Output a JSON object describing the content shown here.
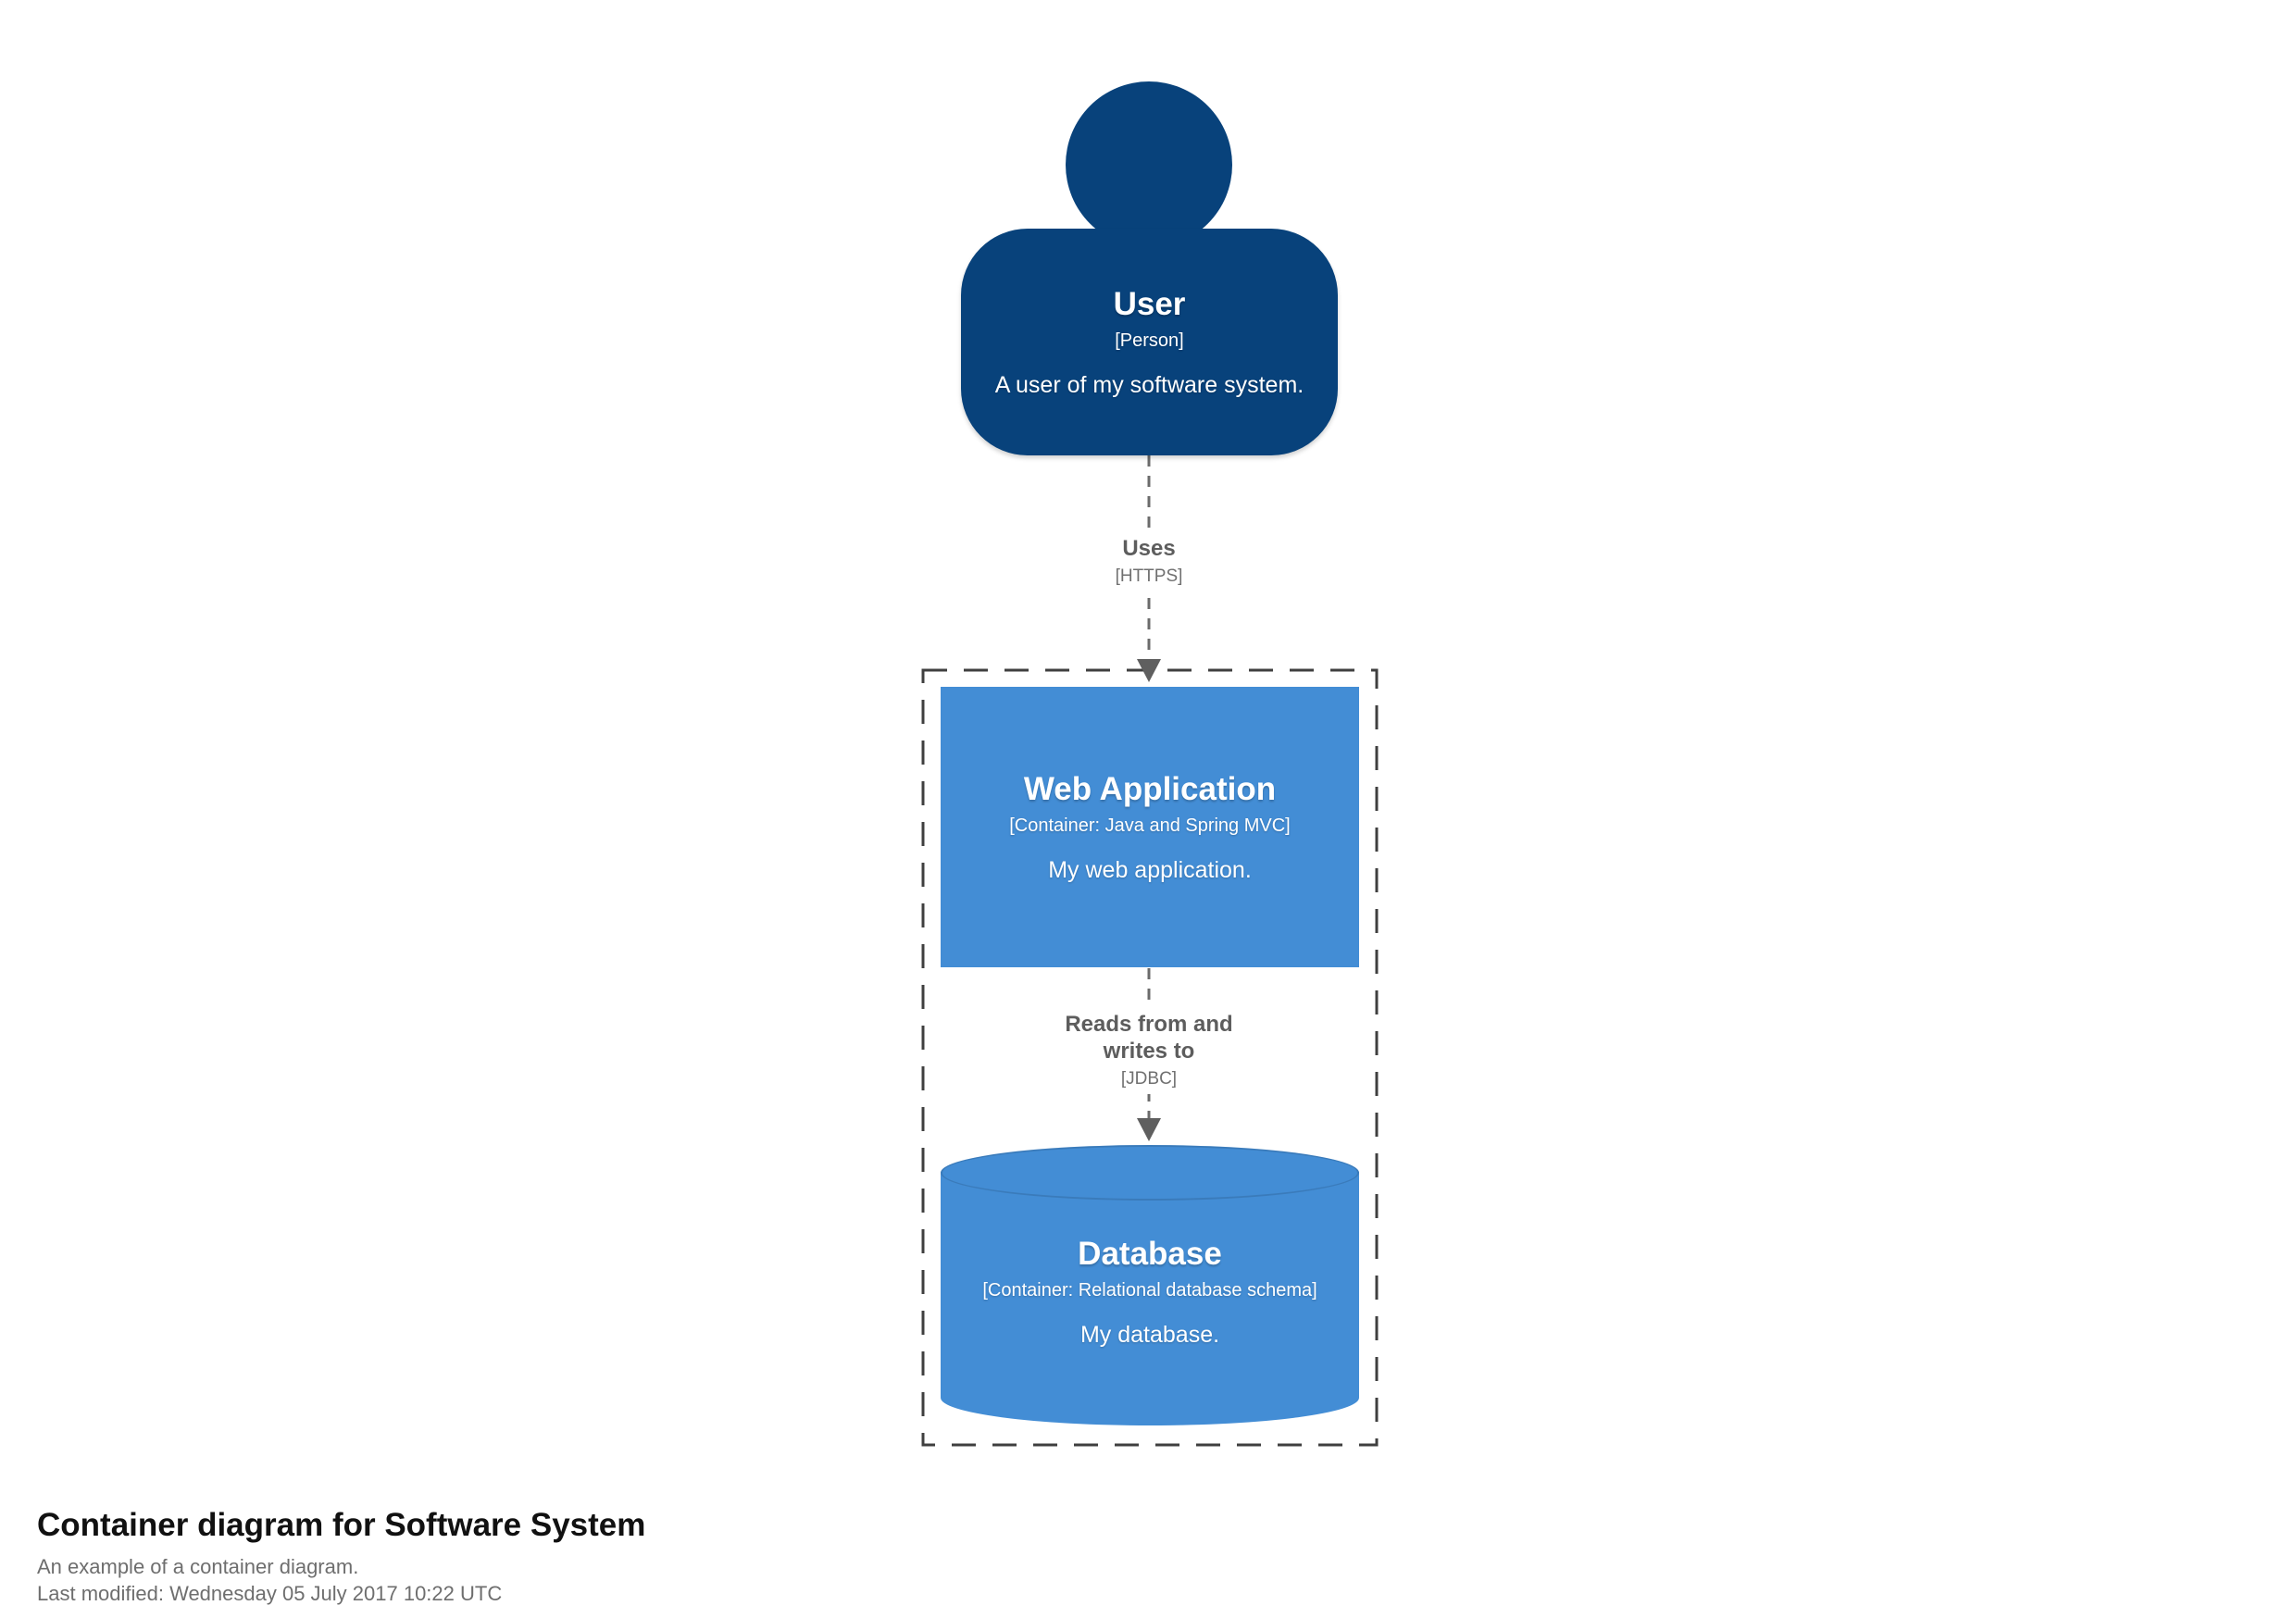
{
  "colors": {
    "background": "#ffffff",
    "person_fill": "#08427B",
    "container_fill": "#438DD5",
    "relationship_line": "#6b6b6b",
    "boundary_dash": "#3f3f3f",
    "relationship_label_text": "#5d5d5d",
    "footer_muted_text": "#6e6e6e",
    "shape_text": "#ffffff"
  },
  "person": {
    "name": "User",
    "meta": "[Person]",
    "description": "A user of my software system."
  },
  "relationships": [
    {
      "label": "Uses",
      "tech": "[HTTPS]"
    },
    {
      "label": "Reads from and writes to",
      "tech": "[JDBC]"
    }
  ],
  "containers": [
    {
      "name": "Web Application",
      "meta": "[Container: Java and Spring MVC]",
      "description": "My web application.",
      "shape": "box"
    },
    {
      "name": "Database",
      "meta": "[Container: Relational database schema]",
      "description": "My database.",
      "shape": "cylinder"
    }
  ],
  "footer": {
    "title": "Container diagram for Software System",
    "subtitle": "An example of a container diagram.",
    "last_modified": "Last modified: Wednesday 05 July 2017 10:22 UTC"
  }
}
